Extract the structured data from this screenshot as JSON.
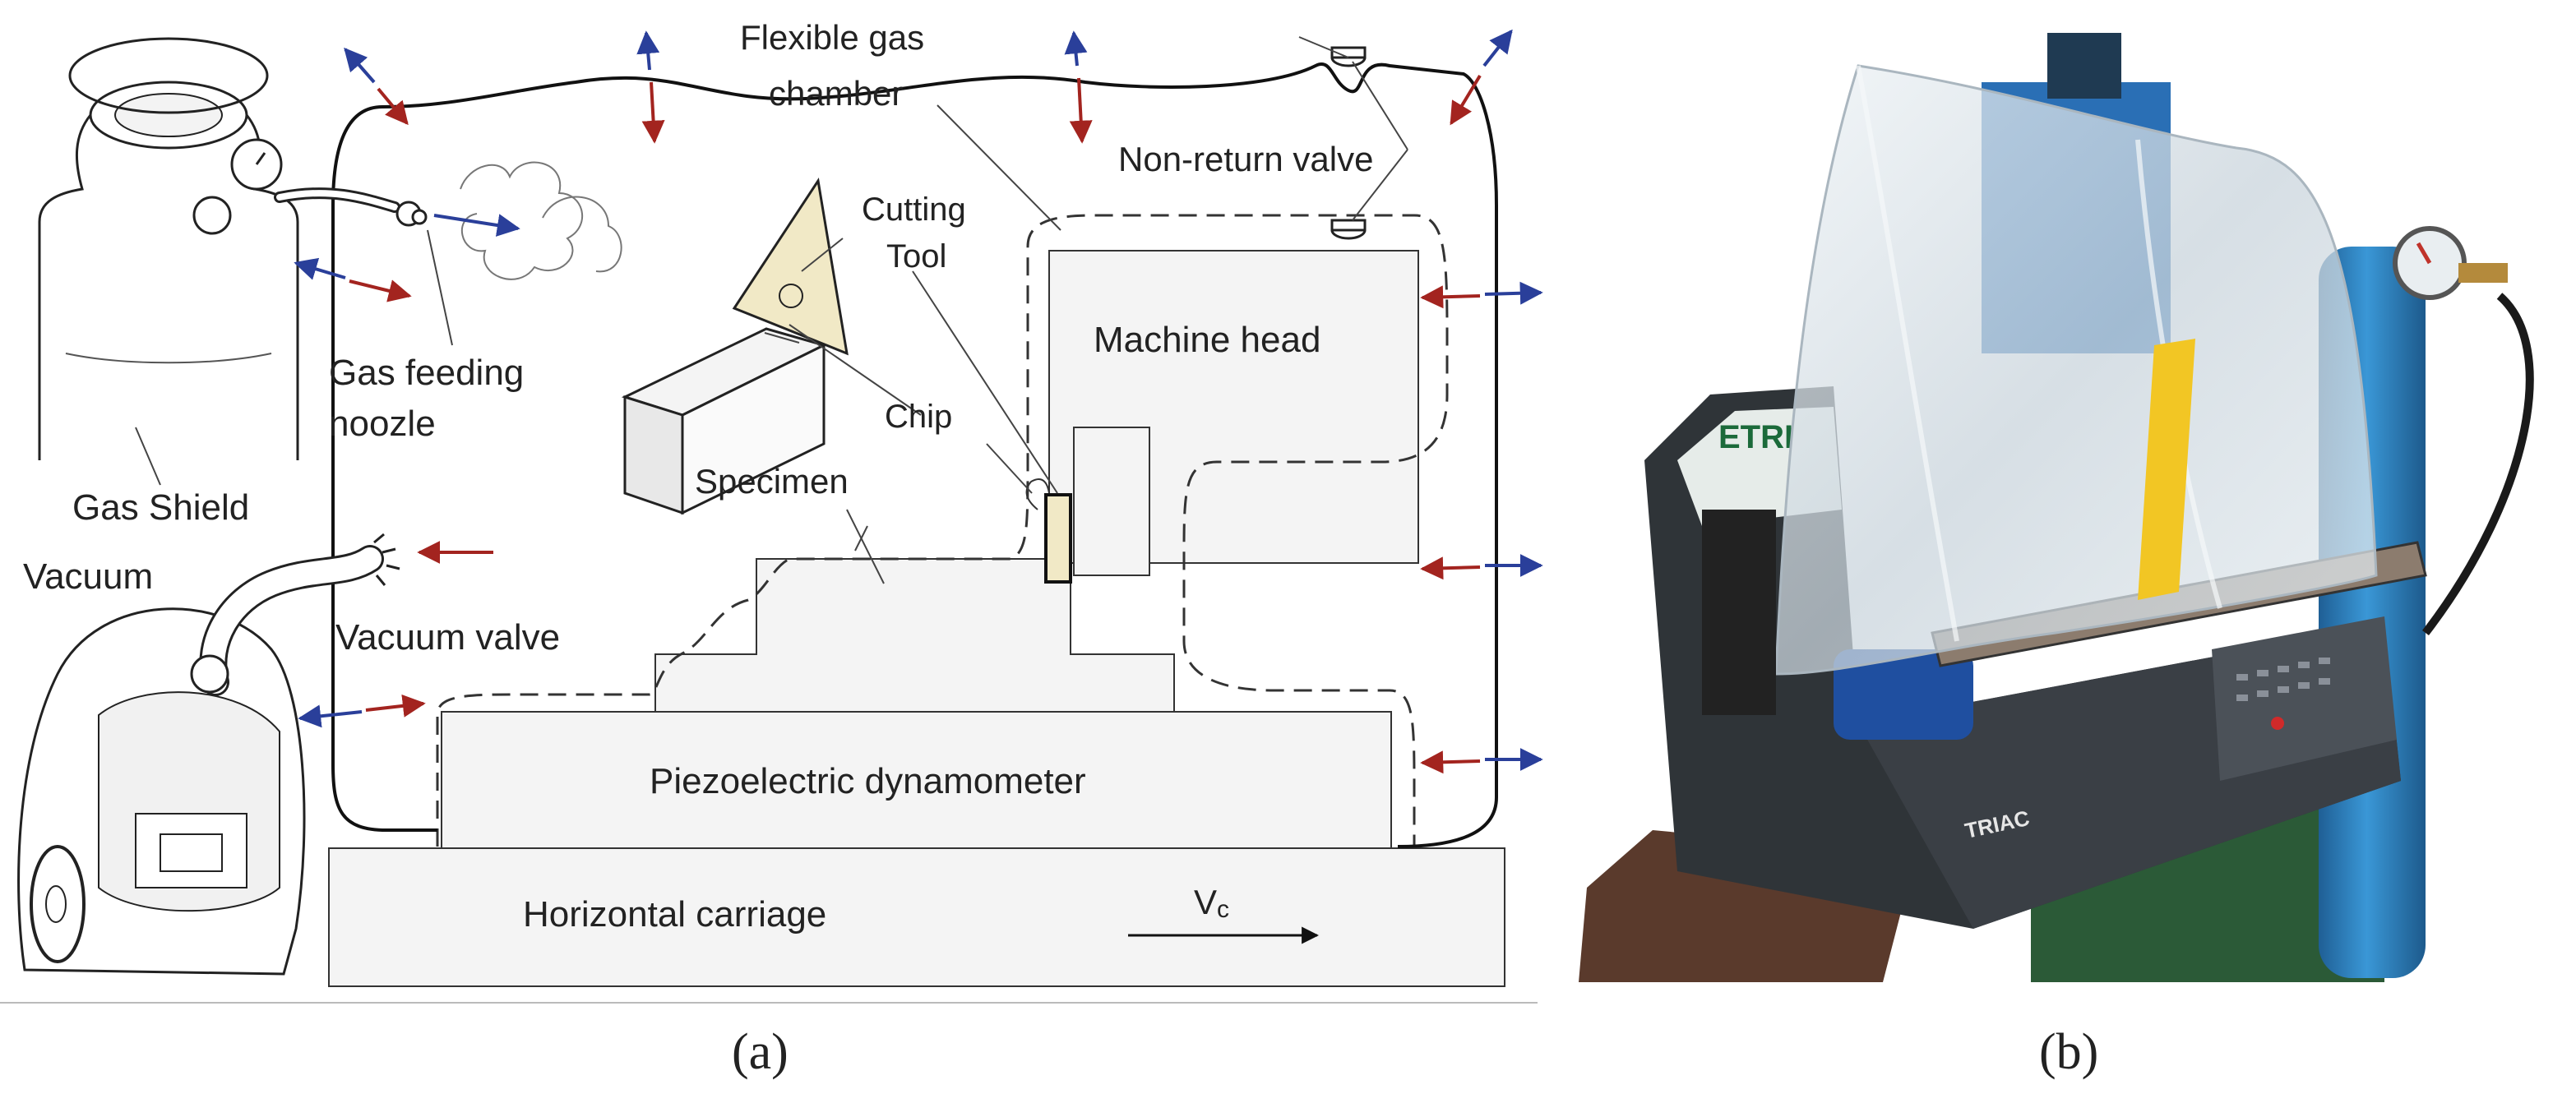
{
  "figure": {
    "panel_a_label": "(a)",
    "panel_b_label": "(b)"
  },
  "labels": {
    "flexible_gas_chamber": [
      "Flexible gas",
      "chamber"
    ],
    "non_return_valve": "Non-return valve",
    "cutting_tool": [
      "Cutting",
      "Tool"
    ],
    "machine_head": "Machine head",
    "gas_feeding_noozle": [
      "Gas feeding",
      "noozle"
    ],
    "chip": "Chip",
    "gas_shield": "Gas Shield",
    "specimen": "Specimen",
    "vacuum": "Vacuum",
    "vacuum_valve": "Vacuum valve",
    "piezoelectric_dynamometer": "Piezoelectric dynamometer",
    "horizontal_carriage": "Horizontal carriage",
    "velocity": "V",
    "velocity_sub": "c"
  },
  "photo": {
    "brand_text": "TRIAC",
    "side_text": "ETRI"
  },
  "colors": {
    "arrow_blue": "#2a3f9a",
    "arrow_red": "#a3241f",
    "block_fill": "#f4f4f4",
    "tool_fill": "#f1e9c6",
    "cylinder_blue": "#2a7fc0",
    "machine_dark": "#2f3438",
    "bag": "#d9e3ea"
  }
}
